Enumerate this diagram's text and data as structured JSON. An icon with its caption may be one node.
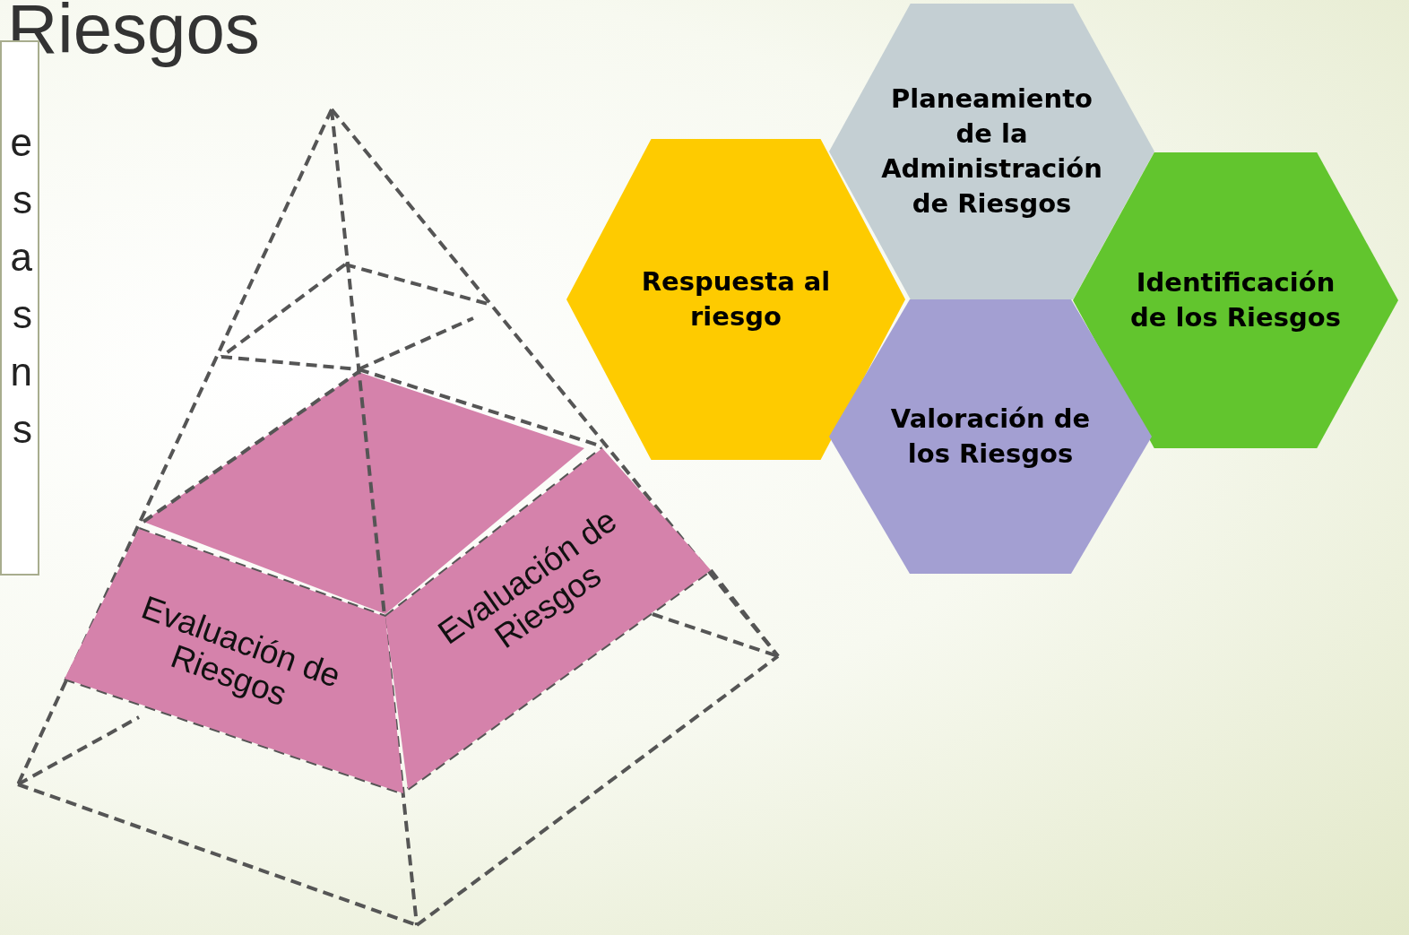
{
  "diagram": {
    "title": "Riesgos",
    "nodes": [
      {
        "text": [
          "e s a s n s"
        ]
      },
      {
        "text": [
          "Evaluación de Riesgos"
        ]
      },
      {
        "text": [
          "Evaluación de Riesgos"
        ]
      },
      {
        "text": [
          "Respuesta al riesgo"
        ]
      },
      {
        "text": [
          "Planeamiento de la Administración de Riesgos"
        ]
      },
      {
        "text": [
          "Identificación de los Riesgos"
        ]
      },
      {
        "text": [
          "Valoración de los Riesgos"
        ]
      }
    ],
    "edges": []
  }
}
